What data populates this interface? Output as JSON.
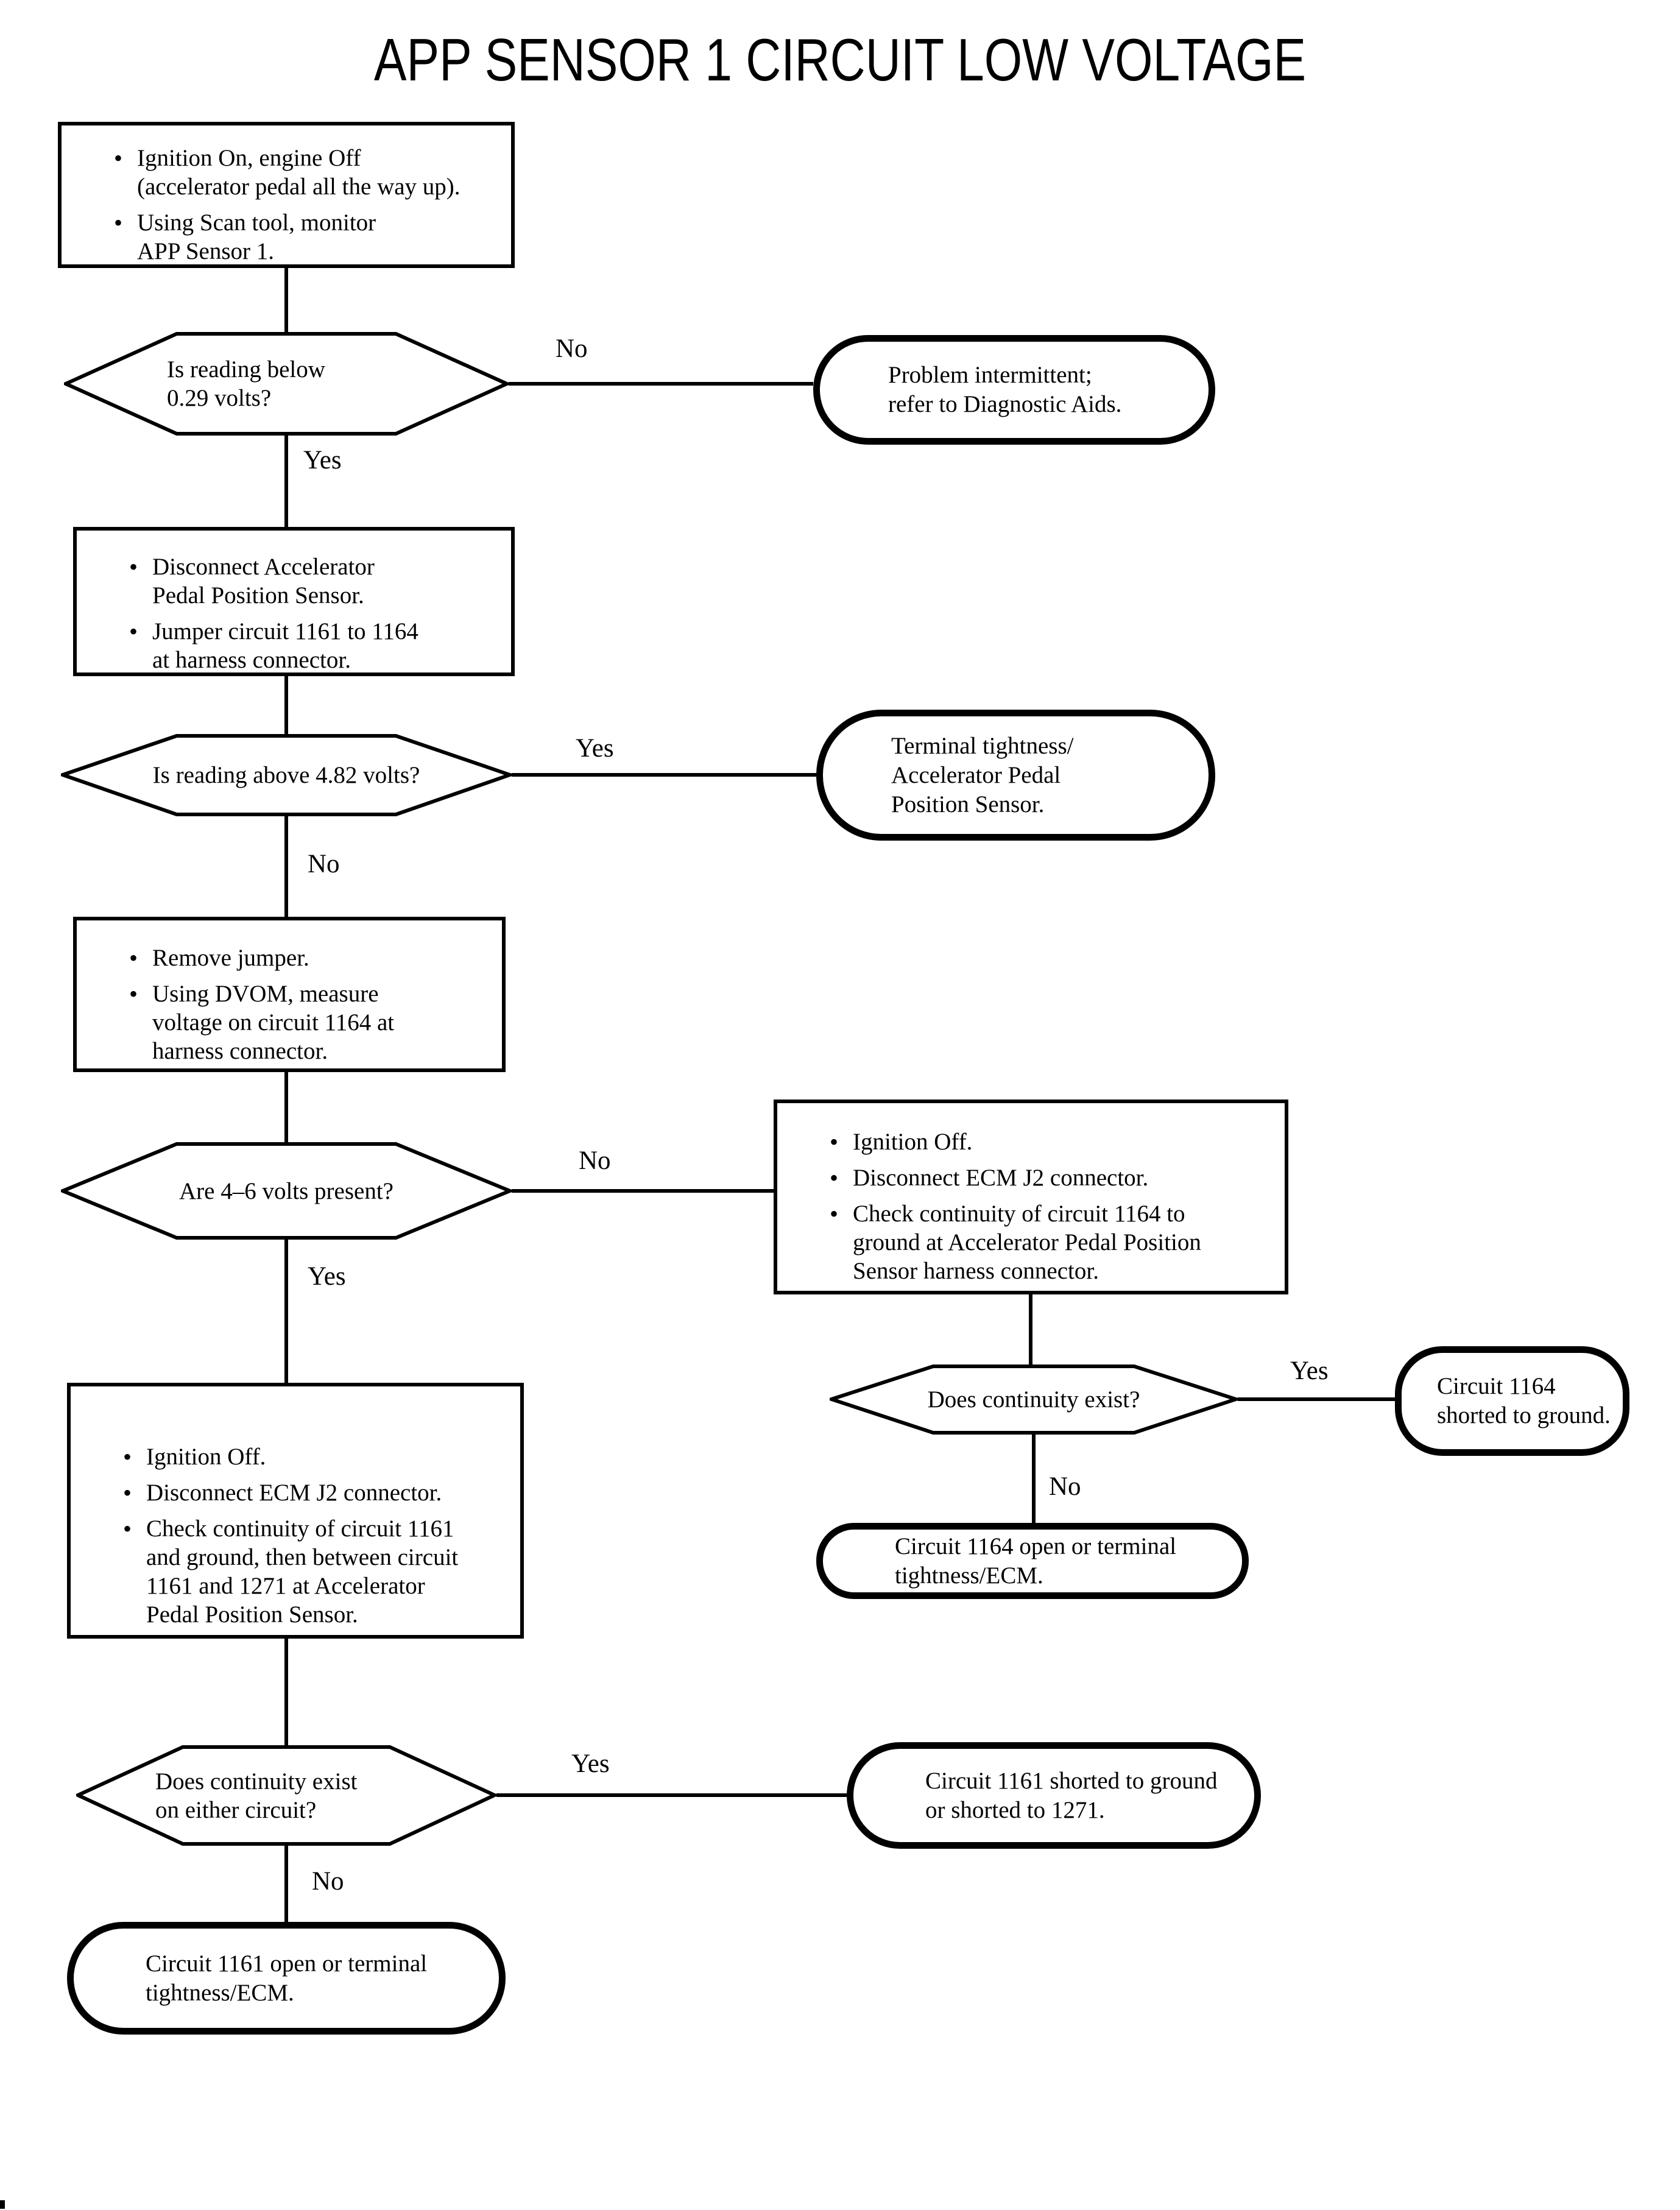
{
  "title": "APP SENSOR 1 CIRCUIT LOW VOLTAGE",
  "glyphs": {
    "bullet": "•"
  },
  "labels": {
    "yes": "Yes",
    "no": "No"
  },
  "nodes": {
    "step1": {
      "bullets": [
        [
          "Ignition On, engine Off",
          "(accelerator pedal all the way up)."
        ],
        [
          "Using Scan tool, monitor",
          "APP Sensor 1."
        ]
      ]
    },
    "d1": {
      "lines": [
        "Is reading below",
        "0.29 volts?"
      ]
    },
    "t1": {
      "lines": [
        "Problem intermittent;",
        "refer to Diagnostic Aids."
      ]
    },
    "step2": {
      "bullets": [
        [
          "Disconnect Accelerator",
          "Pedal Position Sensor."
        ],
        [
          "Jumper circuit 1161 to 1164",
          "at harness connector."
        ]
      ]
    },
    "d2": {
      "lines": [
        "Is reading above 4.82 volts?"
      ]
    },
    "t2": {
      "lines": [
        "Terminal tightness/",
        "Accelerator Pedal",
        "Position Sensor."
      ]
    },
    "step3": {
      "bullets": [
        [
          "Remove jumper."
        ],
        [
          "Using DVOM, measure",
          "voltage on circuit 1164 at",
          "harness connector."
        ]
      ]
    },
    "d3": {
      "lines": [
        "Are 4–6 volts present?"
      ]
    },
    "step4r": {
      "bullets": [
        [
          "Ignition Off."
        ],
        [
          "Disconnect ECM J2 connector."
        ],
        [
          "Check continuity of circuit 1164  to",
          "ground at Accelerator Pedal Position",
          "Sensor harness connector."
        ]
      ]
    },
    "step4l": {
      "bullets": [
        [
          "Ignition Off."
        ],
        [
          "Disconnect ECM J2 connector."
        ],
        [
          "Check continuity of circuit 1161",
          "and ground, then between circuit",
          "1161 and 1271 at Accelerator",
          "Pedal Position Sensor."
        ]
      ]
    },
    "d4": {
      "lines": [
        "Does continuity exist?"
      ]
    },
    "t3": {
      "lines": [
        "Circuit 1164",
        "shorted to ground."
      ]
    },
    "t4": {
      "lines": [
        "Circuit 1164 open or terminal",
        "tightness/ECM."
      ]
    },
    "d5": {
      "lines": [
        "Does continuity exist",
        "on either circuit?"
      ]
    },
    "t5": {
      "lines": [
        "Circuit 1161 shorted to ground",
        "or shorted to 1271."
      ]
    },
    "t6": {
      "lines": [
        "Circuit 1161 open or terminal",
        "tightness/ECM."
      ]
    }
  }
}
